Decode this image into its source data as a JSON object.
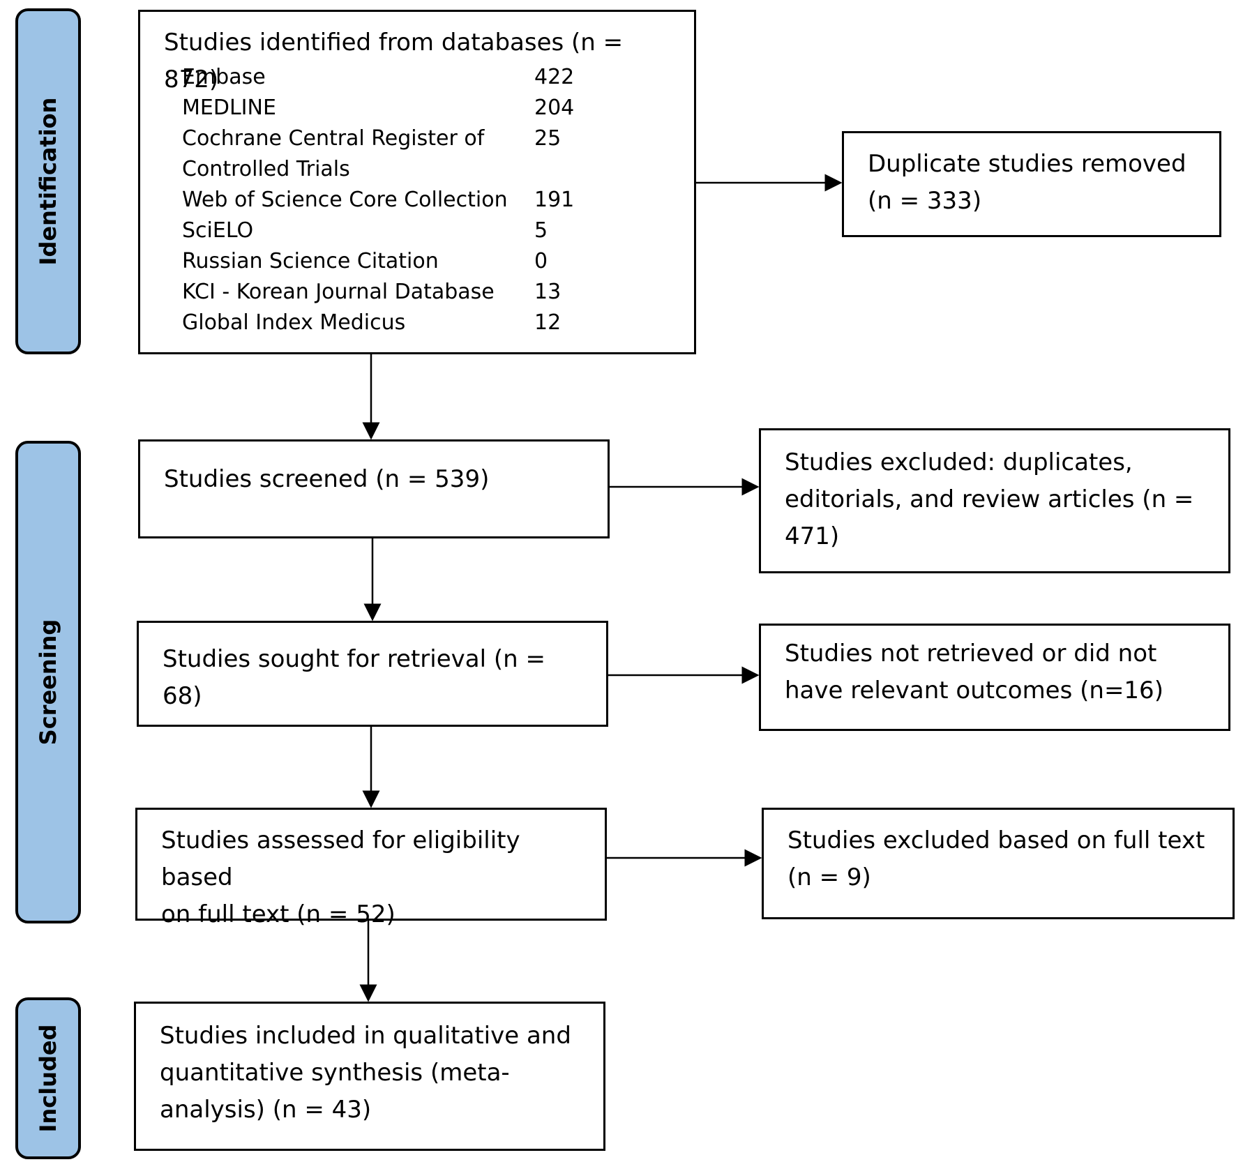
{
  "phases": {
    "identification": "Identification",
    "screening": "Screening",
    "included": "Included"
  },
  "identified": {
    "title": "Studies identified from databases (n = 872)",
    "databases": [
      {
        "name": "Embase",
        "count": "422"
      },
      {
        "name": "MEDLINE",
        "count": "204"
      },
      {
        "name": "Cochrane Central Register of",
        "count": "25"
      },
      {
        "name": "Controlled Trials",
        "count": ""
      },
      {
        "name": "Web of Science Core Collection",
        "count": "191"
      },
      {
        "name": "SciELO",
        "count": "5"
      },
      {
        "name": "Russian Science Citation",
        "count": "0"
      },
      {
        "name": "KCI - Korean Journal Database",
        "count": "13"
      },
      {
        "name": "Global Index Medicus",
        "count": "12"
      }
    ]
  },
  "duplicates_removed": "Duplicate studies removed\n(n = 333)",
  "screened": "Studies screened (n = 539)",
  "excluded_screening": "Studies excluded: duplicates,\neditorials, and review articles (n =\n471)",
  "sought_retrieval": "Studies sought for retrieval (n = 68)",
  "not_retrieved": "Studies not retrieved or did not\nhave relevant outcomes (n=16)",
  "assessed_eligibility": "Studies assessed for eligibility based\non full text (n = 52)",
  "excluded_fulltext": "Studies excluded based on full text\n(n = 9)",
  "included_synthesis": "Studies included in qualitative and\nquantitative synthesis (meta-\nanalysis) (n = 43)"
}
